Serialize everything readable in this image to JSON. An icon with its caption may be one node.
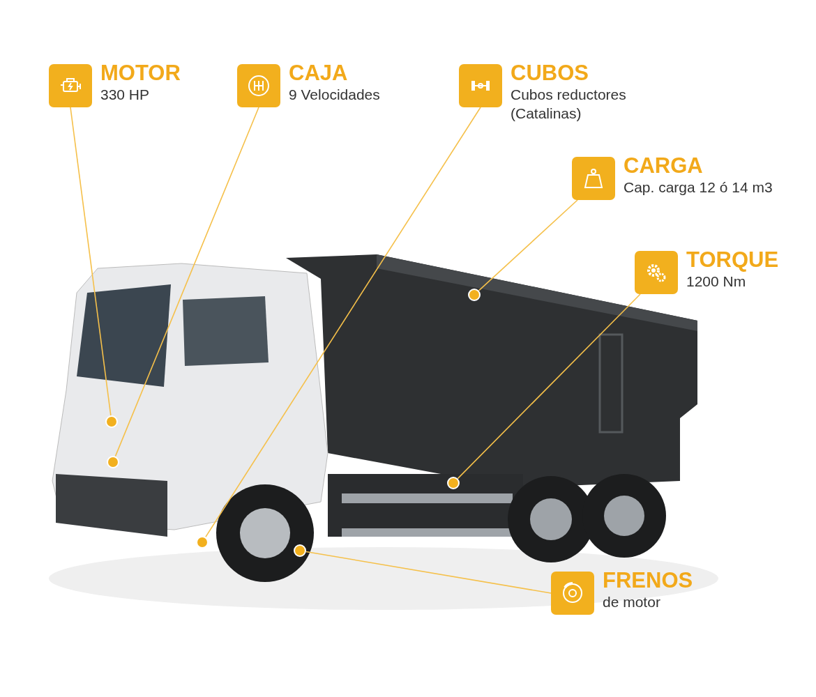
{
  "diagram": {
    "nodes": [
      {
        "text": [
          "MOTOR",
          "330 HP"
        ]
      },
      {
        "text": [
          "CAJA",
          "9 Velocidades"
        ]
      },
      {
        "text": [
          "CUBOS",
          "Cubos reductores (Catalinas)"
        ]
      },
      {
        "text": [
          "CARGA",
          "Cap. carga 12 ó 14 m3"
        ]
      },
      {
        "text": [
          "TORQUE",
          "1200 Nm"
        ]
      },
      {
        "text": [
          "FRENOS",
          "de motor"
        ]
      },
      {
        "text": [],
        "shape": "circle"
      },
      {
        "text": [],
        "shape": "circle"
      },
      {
        "text": [],
        "shape": "circle"
      },
      {
        "text": [],
        "shape": "circle"
      },
      {
        "text": [],
        "shape": "circle"
      },
      {
        "text": [],
        "shape": "circle"
      }
    ],
    "edges": [
      {
        "from": 0,
        "to": 6,
        "arrow": "none"
      },
      {
        "from": 1,
        "to": 7,
        "arrow": "none"
      },
      {
        "from": 2,
        "to": 8,
        "arrow": "none"
      },
      {
        "from": 3,
        "to": 11,
        "arrow": "none"
      },
      {
        "from": 4,
        "to": 10,
        "arrow": "none"
      },
      {
        "from": 5,
        "to": 9,
        "arrow": "none"
      }
    ]
  }
}
